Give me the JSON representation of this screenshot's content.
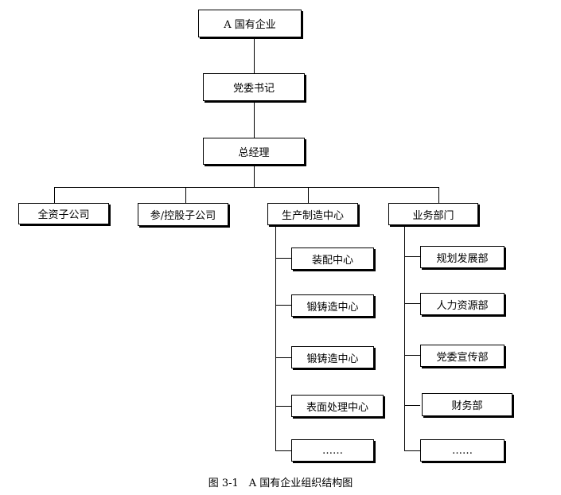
{
  "nodes": {
    "root": "A 国有企业",
    "party_secretary": "党委书记",
    "general_manager": "总经理",
    "wholly_owned": "全资子公司",
    "holding": "参/控股子公司",
    "manufacturing": "生产制造中心",
    "business": "业务部门",
    "mfg_children": [
      "装配中心",
      "锻铸造中心",
      "锻铸造中心",
      "表面处理中心",
      "……"
    ],
    "biz_children": [
      "规划发展部",
      "人力资源部",
      "党委宣传部",
      "财务部",
      "……"
    ]
  },
  "caption": "图 3-1　A 国有企业组织结构图"
}
